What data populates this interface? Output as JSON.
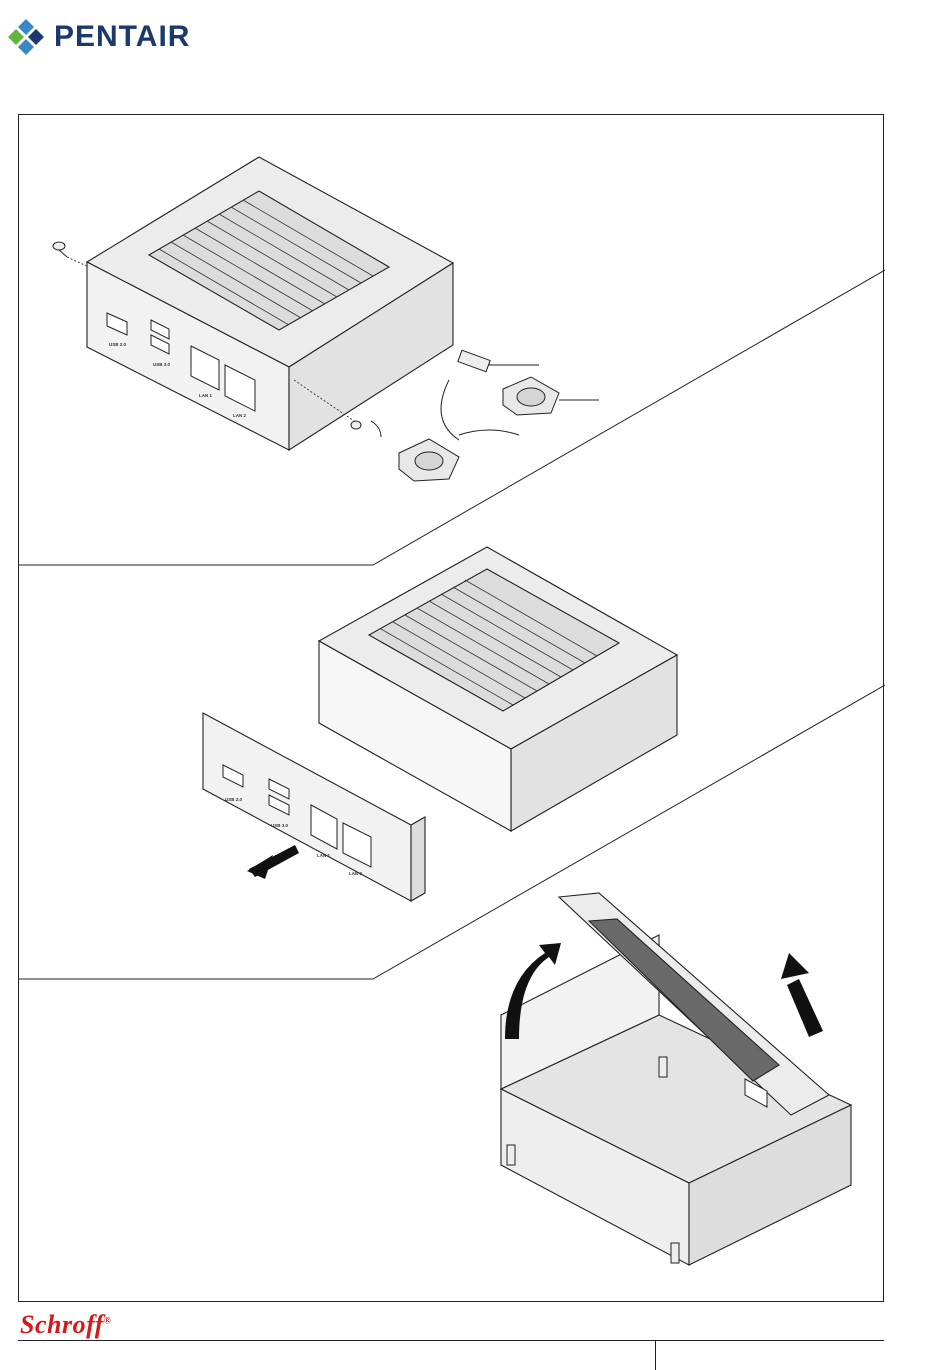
{
  "header": {
    "brand": "PENTAIR"
  },
  "footer": {
    "brand": "Schroff",
    "trademark": "®"
  },
  "panel1": {
    "port_labels": [
      "USB 2.0",
      "USB 3.0",
      "LAN 1",
      "LAN 2"
    ]
  },
  "panel2": {
    "port_labels": [
      "USB 2.0",
      "USB 3.0",
      "LAN 1",
      "LAN 2"
    ]
  },
  "colors": {
    "brand_blue": "#1b3a6b",
    "brand_green": "#5fb83d",
    "schroff_red": "#d41a1a",
    "line": "#222222",
    "metal_fill": "#e6e6e6",
    "shadow_fill": "#cfcfcf"
  }
}
